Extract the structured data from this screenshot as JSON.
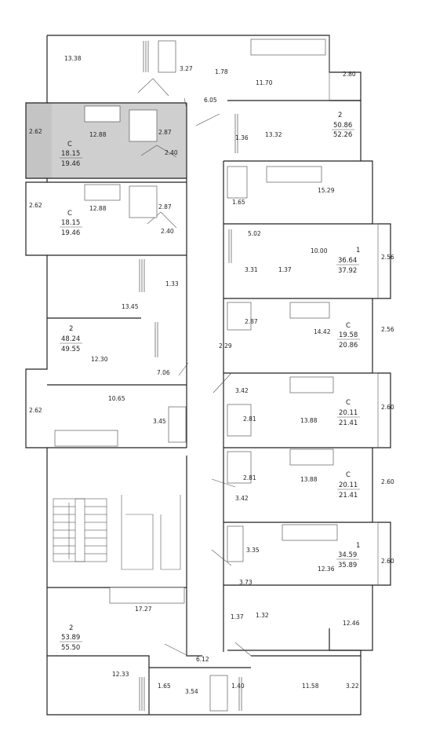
{
  "rooms": [
    {
      "id": "r1",
      "label": "13.38"
    },
    {
      "id": "r2",
      "label": "3.27"
    },
    {
      "id": "r3",
      "label": "1.78"
    },
    {
      "id": "r4",
      "label": "11.70"
    },
    {
      "id": "r5",
      "label": "2.80"
    },
    {
      "id": "r6",
      "label": "6.05"
    },
    {
      "id": "r7",
      "label": "2.62"
    },
    {
      "id": "r8",
      "label": "12.88"
    },
    {
      "id": "r9",
      "label": "2.87"
    },
    {
      "id": "r10",
      "label": "2.40"
    },
    {
      "id": "r11",
      "label": "1.36"
    },
    {
      "id": "r12",
      "label": "13.32"
    },
    {
      "id": "r13",
      "label": "2.62"
    },
    {
      "id": "r14",
      "label": "12.88"
    },
    {
      "id": "r15",
      "label": "2.87"
    },
    {
      "id": "r16",
      "label": "2.40"
    },
    {
      "id": "r17",
      "label": "1.65"
    },
    {
      "id": "r18",
      "label": "15.29"
    },
    {
      "id": "r19",
      "label": "5.02"
    },
    {
      "id": "r20",
      "label": "10.00"
    },
    {
      "id": "r21",
      "label": "3.31"
    },
    {
      "id": "r22",
      "label": "1.37"
    },
    {
      "id": "r23",
      "label": "2.56"
    },
    {
      "id": "r24",
      "label": "1.33"
    },
    {
      "id": "r25",
      "label": "13.45"
    },
    {
      "id": "r26",
      "label": "2.87"
    },
    {
      "id": "r27",
      "label": "14.42"
    },
    {
      "id": "r28",
      "label": "2.56"
    },
    {
      "id": "r29",
      "label": "2.29"
    },
    {
      "id": "r30",
      "label": "12.30"
    },
    {
      "id": "r31",
      "label": "7.06"
    },
    {
      "id": "r32",
      "label": "3.42"
    },
    {
      "id": "r33",
      "label": "2.62"
    },
    {
      "id": "r34",
      "label": "10.65"
    },
    {
      "id": "r35",
      "label": "3.45"
    },
    {
      "id": "r36",
      "label": "2.81"
    },
    {
      "id": "r37",
      "label": "13.88"
    },
    {
      "id": "r38",
      "label": "2.60"
    },
    {
      "id": "r39",
      "label": "2.81"
    },
    {
      "id": "r40",
      "label": "13.88"
    },
    {
      "id": "r41",
      "label": "2.60"
    },
    {
      "id": "r42",
      "label": "3.42"
    },
    {
      "id": "r43",
      "label": "3.35"
    },
    {
      "id": "r44",
      "label": "12.36"
    },
    {
      "id": "r45",
      "label": "2.60"
    },
    {
      "id": "r46",
      "label": "3.73"
    },
    {
      "id": "r47",
      "label": "17.27"
    },
    {
      "id": "r48",
      "label": "1.37"
    },
    {
      "id": "r49",
      "label": "1.32"
    },
    {
      "id": "r50",
      "label": "12.46"
    },
    {
      "id": "r51",
      "label": "6.12"
    },
    {
      "id": "r52",
      "label": "12.33"
    },
    {
      "id": "r53",
      "label": "1.65"
    },
    {
      "id": "r54",
      "label": "3.54"
    },
    {
      "id": "r55",
      "label": "1.40"
    },
    {
      "id": "r56",
      "label": "11.58"
    },
    {
      "id": "r57",
      "label": "3.22"
    }
  ],
  "units": [
    {
      "id": "u1",
      "type": "2",
      "area": "50.86",
      "total": "52.26"
    },
    {
      "id": "u2",
      "type": "С",
      "area": "18.15",
      "total": "19.46",
      "highlighted": true
    },
    {
      "id": "u3",
      "type": "С",
      "area": "18.15",
      "total": "19.46"
    },
    {
      "id": "u4",
      "type": "1",
      "area": "36.64",
      "total": "37.92"
    },
    {
      "id": "u5",
      "type": "2",
      "area": "48.24",
      "total": "49.55"
    },
    {
      "id": "u6",
      "type": "С",
      "area": "19.58",
      "total": "20.86"
    },
    {
      "id": "u7",
      "type": "С",
      "area": "20.11",
      "total": "21.41"
    },
    {
      "id": "u8",
      "type": "С",
      "area": "20.11",
      "total": "21.41"
    },
    {
      "id": "u9",
      "type": "1",
      "area": "34.59",
      "total": "35.89"
    },
    {
      "id": "u10",
      "type": "2",
      "area": "53.89",
      "total": "55.50"
    }
  ],
  "colors": {
    "highlight": "#cfcfcf",
    "wall": "#222222",
    "background": "#ffffff"
  }
}
